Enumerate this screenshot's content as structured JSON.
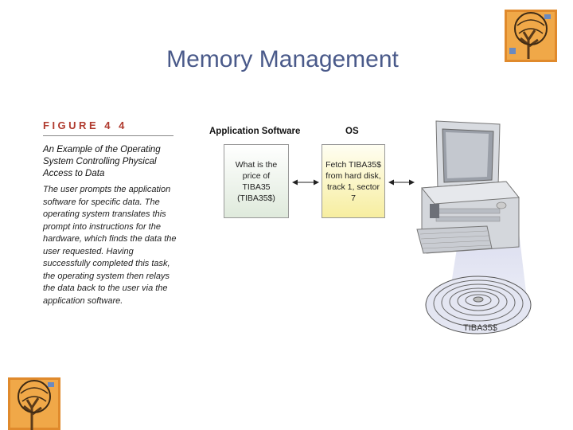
{
  "slide": {
    "title": "Memory Management"
  },
  "figure": {
    "label": "FIGURE 4 4",
    "title": "An Example of the Operating System Controlling Physical Access to Data",
    "description": "The user prompts the application software for specific data. The operating system translates this prompt into instructions for the hardware, which finds the data the user requested. Having successfully completed this task, the operating system then relays the data back to the user via the application software."
  },
  "diagram": {
    "app_header": "Application Software",
    "os_header": "OS",
    "app_box_text": "What is the price of TIBA35 (TIBA35$)",
    "os_box_text": "Fetch TIBA35$ from hard disk, track 1, sector 7",
    "disk_label": "TIBA35$"
  },
  "colors": {
    "title": "#4a5a8a",
    "figure_label": "#b03a2e",
    "app_box": "#dfeadc",
    "os_box": "#f7eea0"
  },
  "icons": [
    "tree-logo-icon",
    "computer-icon",
    "disk-platter-icon"
  ]
}
